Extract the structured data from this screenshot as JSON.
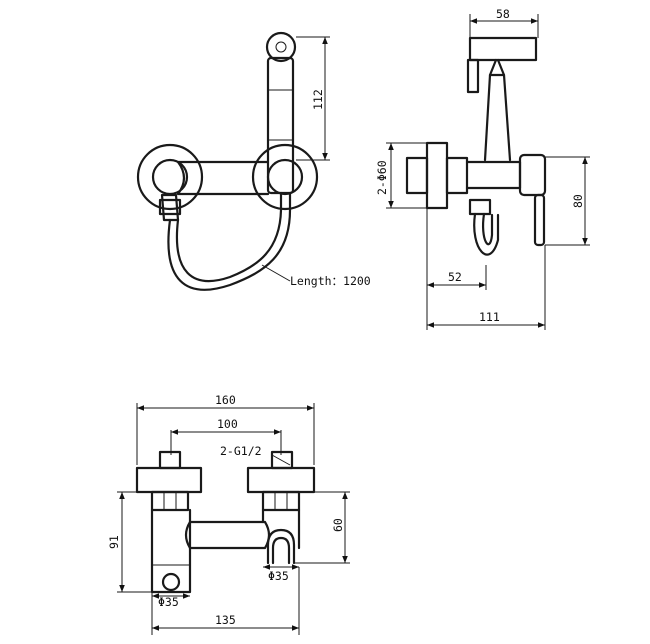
{
  "front_view": {
    "hose_length_label": "Length：1200",
    "height_dim": "112"
  },
  "side_view": {
    "width_top": "58",
    "diameter_label": "2-Φ60",
    "height_dim": "80",
    "depth_inner": "52",
    "depth_total": "111"
  },
  "bottom_view": {
    "overall_width": "160",
    "center_distance": "100",
    "thread_label": "2-G1/2",
    "height_left": "91",
    "height_right": "60",
    "holder_diameter": "Φ35",
    "body_diameter": "Φ35",
    "base_width": "135"
  }
}
